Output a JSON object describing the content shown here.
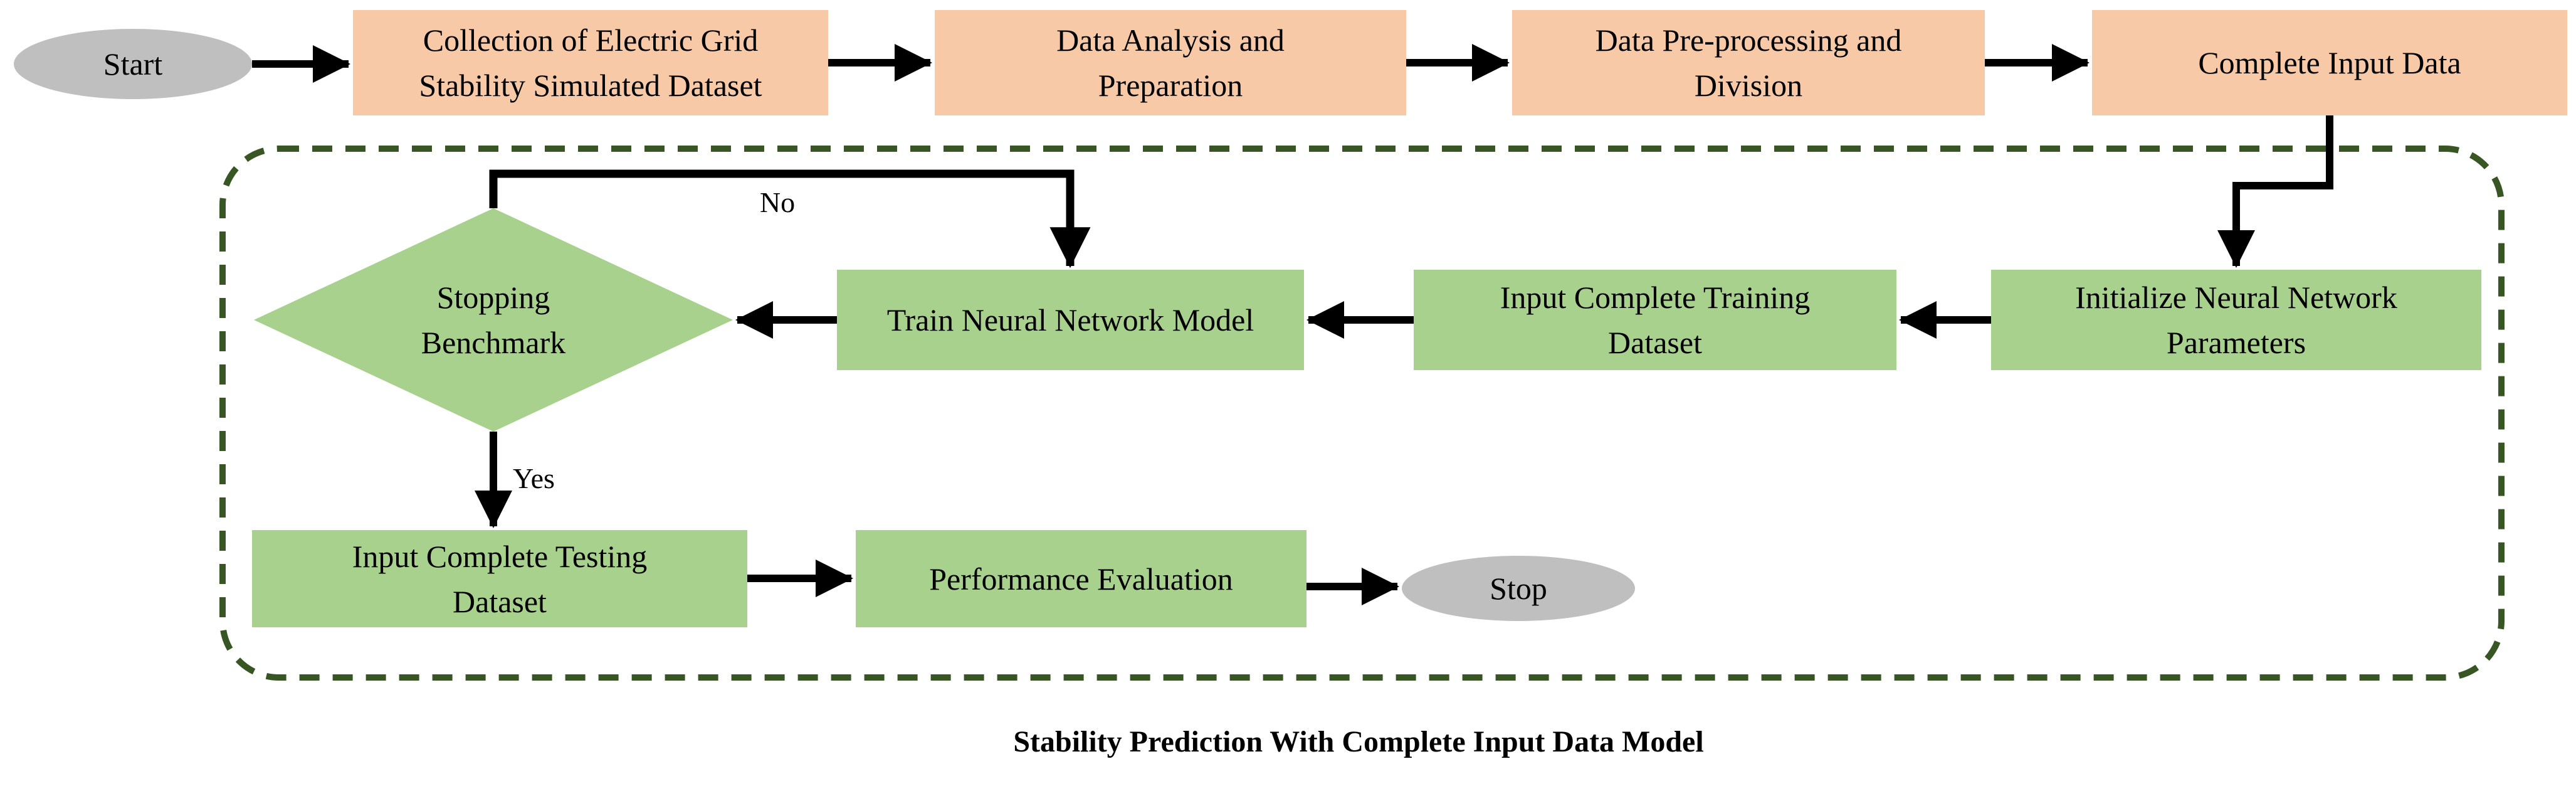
{
  "diagram": {
    "caption": "Stability Prediction With Complete Input Data Model",
    "colors": {
      "stage_fill": "#F7C9A6",
      "process_fill": "#A9D18E",
      "terminal_fill": "#BFBFBF",
      "loop_border": "#375623",
      "line": "#000000",
      "text": "#000000",
      "background": "#FFFFFF"
    },
    "nodes": {
      "start": {
        "label": "Start",
        "shape": "ellipse"
      },
      "collection": {
        "label": "Collection of Electric Grid\nStability Simulated Dataset",
        "shape": "rect"
      },
      "analysis": {
        "label": "Data Analysis and\nPreparation",
        "shape": "rect"
      },
      "preprocessing": {
        "label": "Data Pre-processing and\nDivision",
        "shape": "rect"
      },
      "complete_input": {
        "label": "Complete Input Data",
        "shape": "rect"
      },
      "initialize": {
        "label": "Initialize Neural Network\nParameters",
        "shape": "rect"
      },
      "training_dataset": {
        "label": "Input Complete Training\nDataset",
        "shape": "rect"
      },
      "train_model": {
        "label": "Train Neural Network Model",
        "shape": "rect"
      },
      "stopping": {
        "label": "Stopping\nBenchmark",
        "shape": "diamond"
      },
      "testing_dataset": {
        "label": "Input Complete Testing\nDataset",
        "shape": "rect"
      },
      "performance": {
        "label": "Performance Evaluation",
        "shape": "rect"
      },
      "stop": {
        "label": "Stop",
        "shape": "ellipse"
      }
    },
    "edge_labels": {
      "no": "No",
      "yes": "Yes"
    }
  }
}
